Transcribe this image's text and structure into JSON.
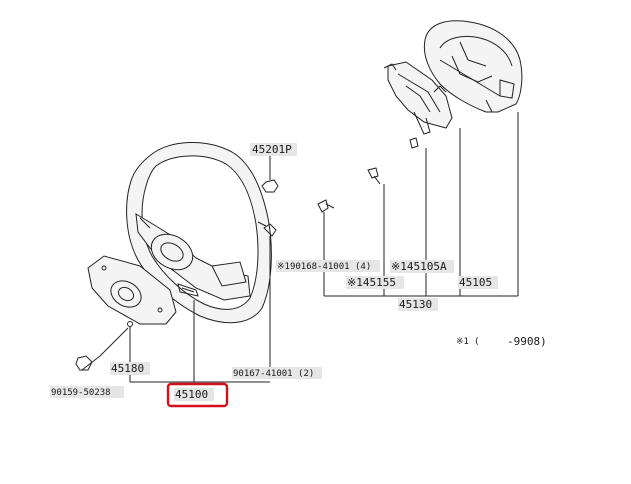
{
  "diagram": {
    "labels": {
      "p45201P": "45201P",
      "p90168": "※190168-41001 (4)",
      "p45105A": "※145105A",
      "p45155": "※145155",
      "p45105": "45105",
      "p45130": "45130",
      "p45180": "45180",
      "p90167": "90167-41001 (2)",
      "p90159": "90159-50238",
      "p45100": "45100",
      "note_mark": "※1",
      "note_paren_open": "(",
      "note_range": "-9908)"
    },
    "highlight_color": "#d4111a"
  }
}
